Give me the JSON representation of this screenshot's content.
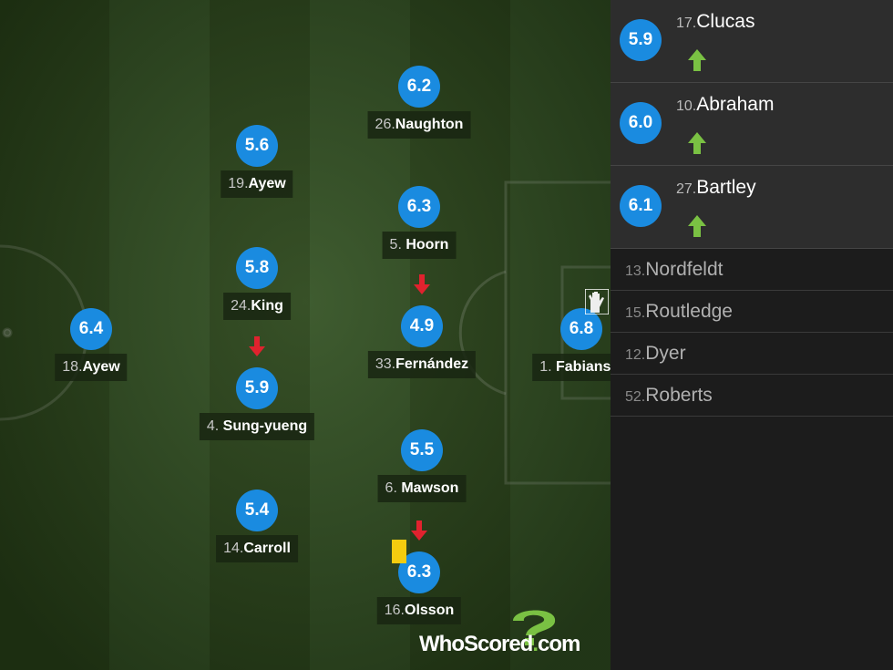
{
  "pitch_players": [
    {
      "key": "naughton",
      "num": "26.",
      "name": "Naughton",
      "rating": "6.2",
      "sub_off": false,
      "yellow": false,
      "glove": false
    },
    {
      "key": "ayew19",
      "num": "19.",
      "name": "Ayew",
      "rating": "5.6",
      "sub_off": false,
      "yellow": false,
      "glove": false
    },
    {
      "key": "hoorn",
      "num": "5. ",
      "name": "Hoorn",
      "rating": "6.3",
      "sub_off": false,
      "yellow": false,
      "glove": false
    },
    {
      "key": "king",
      "num": "24.",
      "name": "King",
      "rating": "5.8",
      "sub_off": false,
      "yellow": false,
      "glove": false
    },
    {
      "key": "ayew18",
      "num": "18.",
      "name": "Ayew",
      "rating": "6.4",
      "sub_off": false,
      "yellow": false,
      "glove": false
    },
    {
      "key": "fernandez",
      "num": "33.",
      "name": "Fernández",
      "rating": "4.9",
      "sub_off": true,
      "yellow": false,
      "glove": false
    },
    {
      "key": "fabianski",
      "num": "1. ",
      "name": "Fabianski",
      "rating": "6.8",
      "sub_off": false,
      "yellow": false,
      "glove": true
    },
    {
      "key": "sungyueng",
      "num": "4. ",
      "name": "Sung-yueng",
      "rating": "5.9",
      "sub_off": true,
      "yellow": false,
      "glove": false
    },
    {
      "key": "mawson",
      "num": "6. ",
      "name": "Mawson",
      "rating": "5.5",
      "sub_off": false,
      "yellow": false,
      "glove": false
    },
    {
      "key": "carroll",
      "num": "14.",
      "name": "Carroll",
      "rating": "5.4",
      "sub_off": false,
      "yellow": false,
      "glove": false
    },
    {
      "key": "olsson",
      "num": "16.",
      "name": "Olsson",
      "rating": "6.3",
      "sub_off": true,
      "yellow": true,
      "glove": false
    }
  ],
  "substitutes": [
    {
      "num": "17.",
      "name": "Clucas",
      "rating": "5.9"
    },
    {
      "num": "10.",
      "name": "Abraham",
      "rating": "6.0"
    },
    {
      "num": "27.",
      "name": "Bartley",
      "rating": "6.1"
    }
  ],
  "unused": [
    {
      "num": "13.",
      "name": "Nordfeldt"
    },
    {
      "num": "15.",
      "name": "Routledge"
    },
    {
      "num": "12.",
      "name": "Dyer"
    },
    {
      "num": "52.",
      "name": "Roberts"
    }
  ],
  "logo": {
    "main": "WhoScored",
    "dot": ".",
    "tld": "com"
  },
  "colors": {
    "rating_circle": "#1a8be0",
    "sub_off_arrow": "#e0222e",
    "sub_on_arrow": "#7ac143",
    "yellow_card": "#f4cc0f"
  },
  "icons": {
    "sub_off": "red-down-arrow-icon",
    "sub_on": "green-up-arrow-icon",
    "card": "yellow-card-icon",
    "keeper": "goalkeeper-glove-icon"
  }
}
